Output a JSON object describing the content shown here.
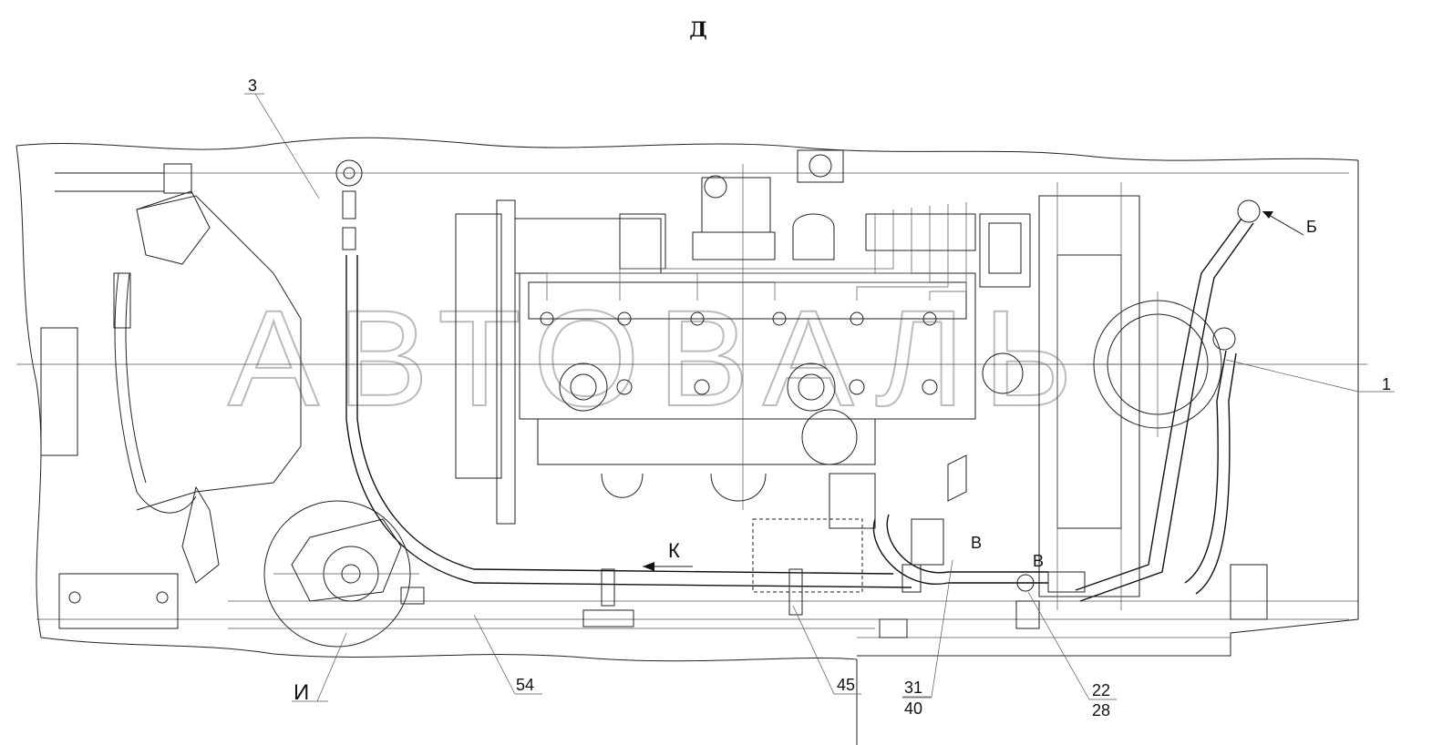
{
  "view_title": "Д",
  "callouts": {
    "c1": "1",
    "c3": "3",
    "c54": "54",
    "c45": "45",
    "c31": "31",
    "c40": "40",
    "c22": "22",
    "c28": "28"
  },
  "view_markers": {
    "b": "Б",
    "i": "И",
    "k": "К",
    "v1": "В",
    "v2": "В"
  },
  "watermark": "АВТОВАЛЬ"
}
